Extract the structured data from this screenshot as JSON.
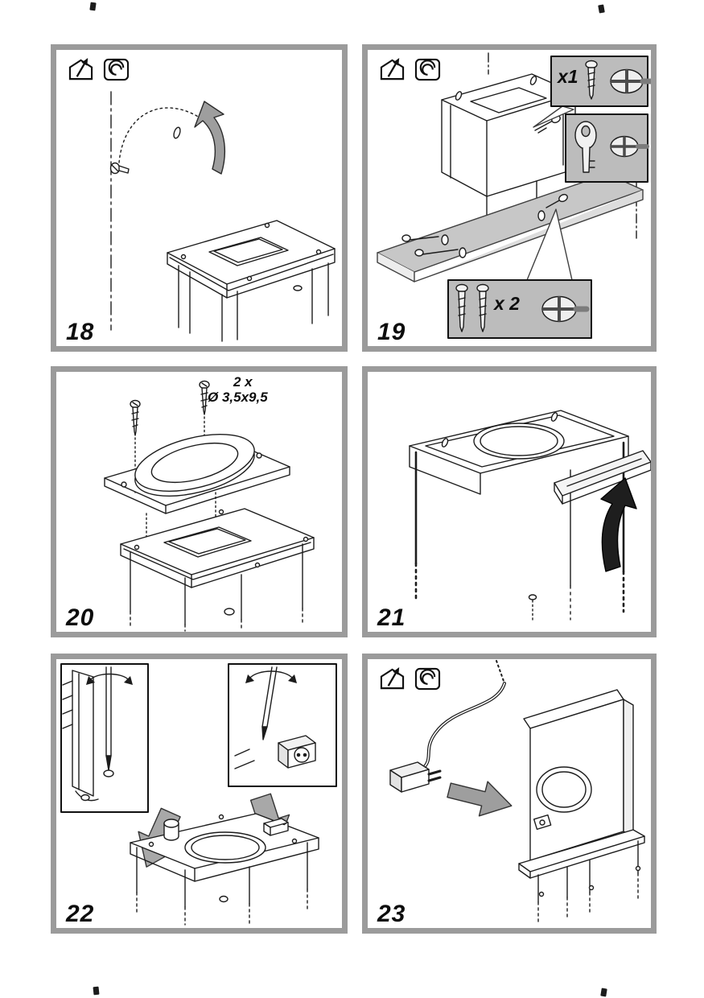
{
  "document": {
    "type": "appliance-installation-manual-page",
    "steps": [
      "18",
      "19",
      "20",
      "21",
      "22",
      "23"
    ]
  },
  "colors": {
    "panel_border": "#9b9b9b",
    "line_art": "#1c1c1c",
    "callout_fill": "#bcbcbc",
    "shelf_fill": "#c7c7c7",
    "arrow_fill": "#a8a8a8"
  },
  "panels": [
    {
      "number": "18",
      "icons": [
        "duct-out-mode-icon",
        "recirculation-mode-icon"
      ]
    },
    {
      "number": "19",
      "icons": [
        "duct-out-mode-icon",
        "recirculation-mode-icon"
      ],
      "labels": {
        "screw_count_single": "x1",
        "screw_count_pair": "x 2"
      }
    },
    {
      "number": "20",
      "labels": {
        "quantity": "2 x",
        "screw_spec": "Ø 3,5x9,5"
      }
    },
    {
      "number": "21"
    },
    {
      "number": "22"
    },
    {
      "number": "23",
      "icons": [
        "duct-out-mode-icon",
        "recirculation-mode-icon"
      ]
    }
  ]
}
